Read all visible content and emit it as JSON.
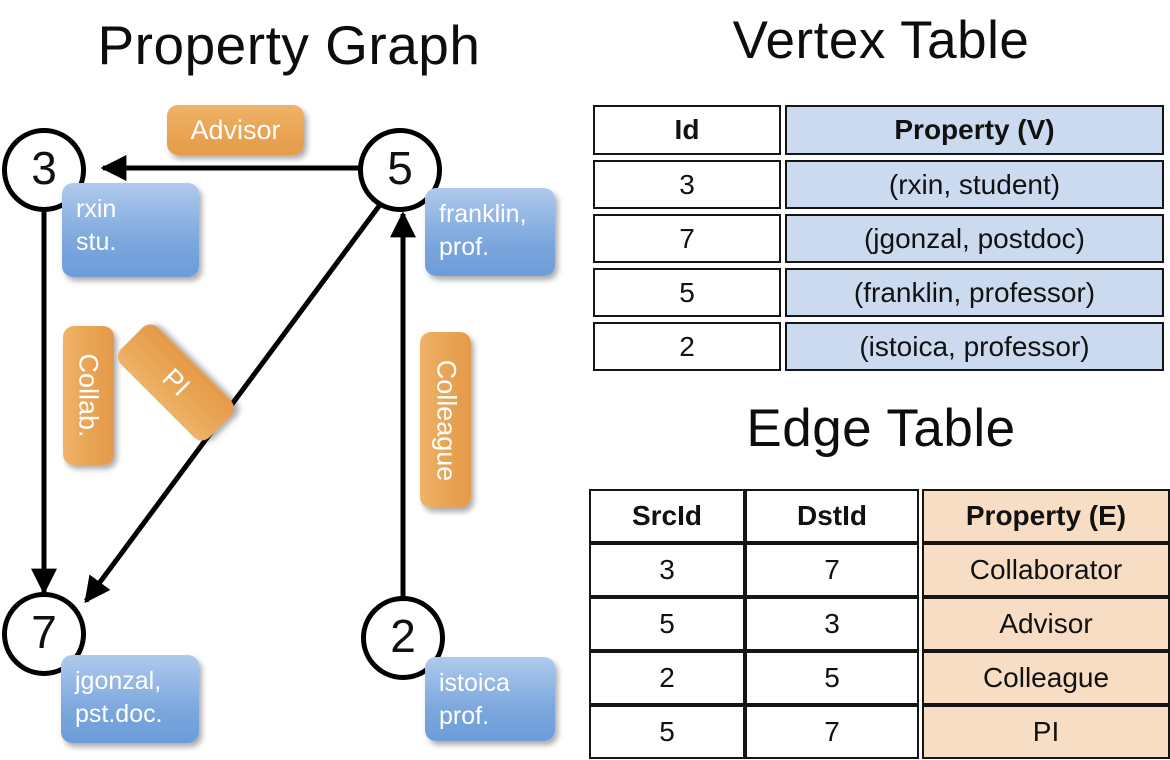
{
  "titles": {
    "graph": "Property Graph",
    "vertex_table": "Vertex Table",
    "edge_table": "Edge Table"
  },
  "graph": {
    "nodes": [
      {
        "id": "3",
        "property_lines": [
          "rxin",
          "stu."
        ]
      },
      {
        "id": "5",
        "property_lines": [
          "franklin,",
          "prof."
        ]
      },
      {
        "id": "7",
        "property_lines": [
          "jgonzal,",
          "pst.doc."
        ]
      },
      {
        "id": "2",
        "property_lines": [
          "istoica",
          "prof."
        ]
      }
    ],
    "edge_labels": [
      {
        "text": "Advisor",
        "orientation": "horizontal"
      },
      {
        "text": "Collab.",
        "orientation": "vertical"
      },
      {
        "text": "PI",
        "orientation": "diagonal"
      },
      {
        "text": "Colleague",
        "orientation": "vertical"
      }
    ]
  },
  "vertex_table": {
    "headers": [
      "Id",
      "Property (V)"
    ],
    "rows": [
      [
        "3",
        "(rxin, student)"
      ],
      [
        "7",
        "(jgonzal, postdoc)"
      ],
      [
        "5",
        "(franklin, professor)"
      ],
      [
        "2",
        "(istoica, professor)"
      ]
    ]
  },
  "edge_table": {
    "headers": [
      "SrcId",
      "DstId",
      "Property (E)"
    ],
    "rows": [
      [
        "3",
        "7",
        "Collaborator"
      ],
      [
        "5",
        "3",
        "Advisor"
      ],
      [
        "2",
        "5",
        "Colleague"
      ],
      [
        "5",
        "7",
        "PI"
      ]
    ]
  },
  "colors": {
    "vertex_property_fill": "#ccdaf0",
    "edge_property_fill": "#f6ddc3",
    "node_box_blue": "#7ca7dd",
    "edge_label_orange": "#e8a252",
    "stroke": "#000000",
    "background": "#ffffff"
  }
}
